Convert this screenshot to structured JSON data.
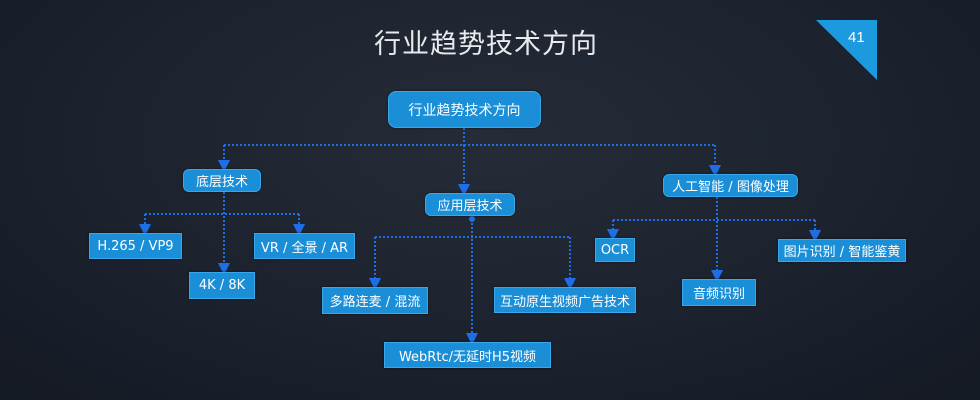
{
  "slide": {
    "title": "行业趋势技术方向",
    "page_number": "41",
    "accent_color": "#1a8fd8",
    "connector_color": "#1e6fe6"
  },
  "diagram": {
    "root": {
      "label": "行业趋势技术方向"
    },
    "branches": [
      {
        "label": "底层技术",
        "children": [
          "H.265 / VP9",
          "4K / 8K",
          "VR / 全景 / AR"
        ]
      },
      {
        "label": "应用层技术",
        "children": [
          "多路连麦 / 混流",
          "WebRtc/无延时H5视频",
          "互动原生视频广告技术"
        ]
      },
      {
        "label": "人工智能 / 图像处理",
        "children": [
          "OCR",
          "音频识别",
          "图片识别 / 智能鉴黄"
        ]
      }
    ]
  }
}
